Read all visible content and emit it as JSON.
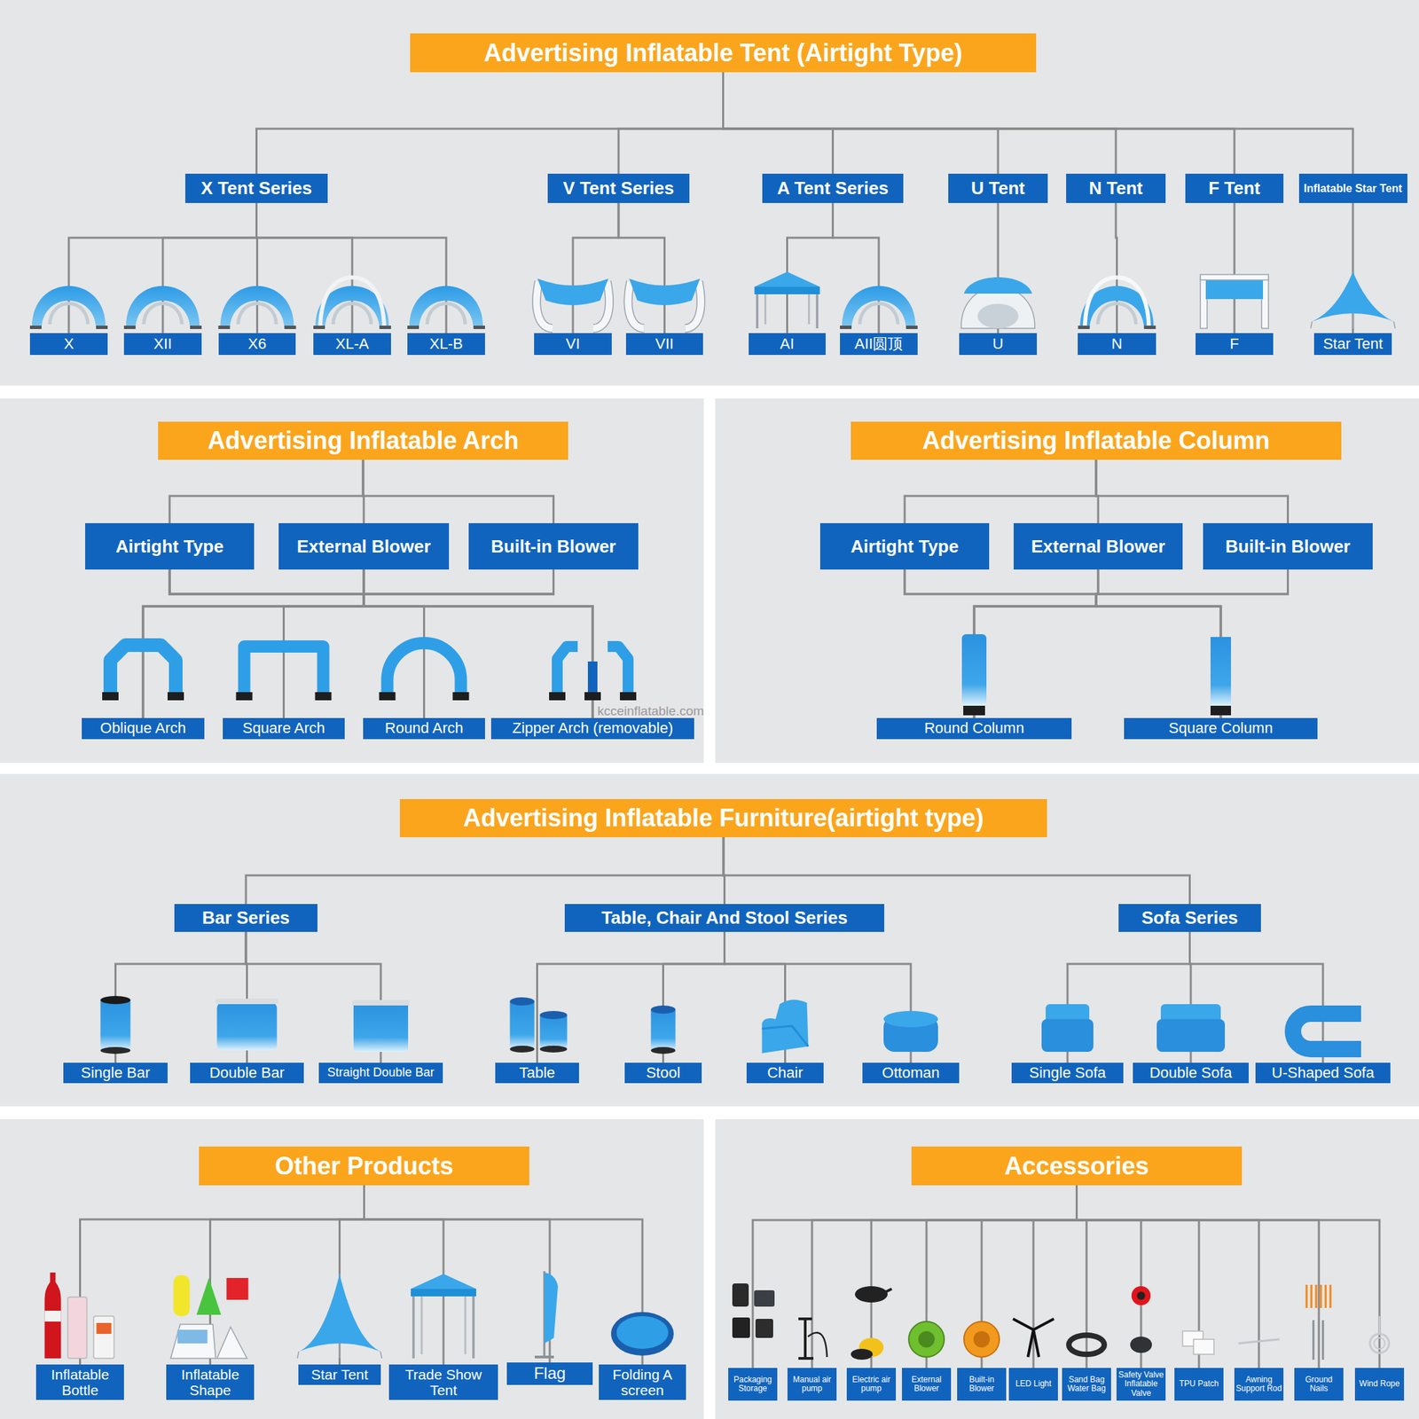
{
  "diagram": {
    "nodes": [
      {
        "text": [
          "Advertising Inflatable Tent (Airtight Type)"
        ]
      },
      {
        "text": [
          "X Tent Series"
        ]
      },
      {
        "text": [
          "V Tent Series"
        ]
      },
      {
        "text": [
          "A Tent Series"
        ]
      },
      {
        "text": [
          "U Tent"
        ]
      },
      {
        "text": [
          "N Tent"
        ]
      },
      {
        "text": [
          "F Tent"
        ]
      },
      {
        "text": [
          "Inflatable Star Tent"
        ]
      },
      {
        "text": [
          "X"
        ]
      },
      {
        "text": [
          "XII"
        ]
      },
      {
        "text": [
          "X6"
        ]
      },
      {
        "text": [
          "XL-A"
        ]
      },
      {
        "text": [
          "XL-B"
        ]
      },
      {
        "text": [
          "VI"
        ]
      },
      {
        "text": [
          "VII"
        ]
      },
      {
        "text": [
          "AI"
        ]
      },
      {
        "text": [
          "AII圆顶"
        ]
      },
      {
        "text": [
          "U"
        ]
      },
      {
        "text": [
          "N"
        ]
      },
      {
        "text": [
          "F"
        ]
      },
      {
        "text": [
          "Star Tent"
        ]
      },
      {
        "text": [
          "Advertising Inflatable Arch"
        ]
      },
      {
        "text": [
          "Airtight Type"
        ]
      },
      {
        "text": [
          "External Blower"
        ]
      },
      {
        "text": [
          "Built-in Blower"
        ]
      },
      {
        "text": [
          "Oblique Arch"
        ]
      },
      {
        "text": [
          "Square Arch"
        ]
      },
      {
        "text": [
          "Round Arch"
        ]
      },
      {
        "text": [
          "Zipper Arch (removable)"
        ]
      },
      {
        "text": [
          "Advertising Inflatable Column"
        ]
      },
      {
        "text": [
          "Airtight Type"
        ]
      },
      {
        "text": [
          "External Blower"
        ]
      },
      {
        "text": [
          "Built-in Blower"
        ]
      },
      {
        "text": [
          "Round Column"
        ]
      },
      {
        "text": [
          "Square Column"
        ]
      },
      {
        "text": [
          "Advertising Inflatable Furniture(airtight type)"
        ]
      },
      {
        "text": [
          "Bar Series"
        ]
      },
      {
        "text": [
          "Table, Chair And Stool Series"
        ]
      },
      {
        "text": [
          "Sofa Series"
        ]
      },
      {
        "text": [
          "Single Bar"
        ]
      },
      {
        "text": [
          "Double Bar"
        ]
      },
      {
        "text": [
          "Straight Double Bar"
        ]
      },
      {
        "text": [
          "Table"
        ]
      },
      {
        "text": [
          "Stool"
        ]
      },
      {
        "text": [
          "Chair"
        ]
      },
      {
        "text": [
          "Ottoman"
        ]
      },
      {
        "text": [
          "Single Sofa"
        ]
      },
      {
        "text": [
          "Double Sofa"
        ]
      },
      {
        "text": [
          "U-Shaped Sofa"
        ]
      },
      {
        "text": [
          "Other Products"
        ]
      },
      {
        "text": [
          "Inflatable Bottle"
        ]
      },
      {
        "text": [
          "Inflatable Shape"
        ]
      },
      {
        "text": [
          "Star Tent"
        ]
      },
      {
        "text": [
          "Trade Show Tent"
        ]
      },
      {
        "text": [
          "Flag"
        ]
      },
      {
        "text": [
          "Folding A screen"
        ]
      },
      {
        "text": [
          "Accessories"
        ]
      },
      {
        "text": [
          "Packaging Storage"
        ]
      },
      {
        "text": [
          "Manual air pump"
        ]
      },
      {
        "text": [
          "Electric air pump"
        ]
      },
      {
        "text": [
          "External Blower"
        ]
      },
      {
        "text": [
          "Built-in Blower"
        ]
      },
      {
        "text": [
          "LED Light"
        ]
      },
      {
        "text": [
          "Sand Bag Water Bag"
        ]
      },
      {
        "text": [
          "Safety Valve Inflatable Valve"
        ]
      },
      {
        "text": [
          "TPU Patch"
        ]
      },
      {
        "text": [
          "Awning Support Rod"
        ]
      },
      {
        "text": [
          "Ground Nails"
        ]
      },
      {
        "text": [
          "Wind Rope"
        ]
      }
    ],
    "edges": [
      {
        "from": 0,
        "to": 1,
        "arrow": "none"
      },
      {
        "from": 0,
        "to": 2,
        "arrow": "none"
      },
      {
        "from": 0,
        "to": 3,
        "arrow": "none"
      },
      {
        "from": 0,
        "to": 4,
        "arrow": "none"
      },
      {
        "from": 0,
        "to": 5,
        "arrow": "none"
      },
      {
        "from": 0,
        "to": 6,
        "arrow": "none"
      },
      {
        "from": 0,
        "to": 7,
        "arrow": "none"
      },
      {
        "from": 1,
        "to": 8,
        "arrow": "none"
      },
      {
        "from": 1,
        "to": 9,
        "arrow": "none"
      },
      {
        "from": 1,
        "to": 10,
        "arrow": "none"
      },
      {
        "from": 1,
        "to": 11,
        "arrow": "none"
      },
      {
        "from": 1,
        "to": 12,
        "arrow": "none"
      },
      {
        "from": 2,
        "to": 13,
        "arrow": "none"
      },
      {
        "from": 2,
        "to": 14,
        "arrow": "none"
      },
      {
        "from": 3,
        "to": 15,
        "arrow": "none"
      },
      {
        "from": 3,
        "to": 16,
        "arrow": "none"
      },
      {
        "from": 4,
        "to": 17,
        "arrow": "none"
      },
      {
        "from": 5,
        "to": 18,
        "arrow": "none"
      },
      {
        "from": 6,
        "to": 19,
        "arrow": "none"
      },
      {
        "from": 7,
        "to": 20,
        "arrow": "none"
      },
      {
        "from": 21,
        "to": 22,
        "arrow": "none"
      },
      {
        "from": 21,
        "to": 23,
        "arrow": "none"
      },
      {
        "from": 21,
        "to": 24,
        "arrow": "none"
      },
      {
        "from": 22,
        "to": 25,
        "arrow": "none"
      },
      {
        "from": 22,
        "to": 26,
        "arrow": "none"
      },
      {
        "from": 22,
        "to": 27,
        "arrow": "none"
      },
      {
        "from": 22,
        "to": 28,
        "arrow": "none"
      },
      {
        "from": 23,
        "to": 25,
        "arrow": "none"
      },
      {
        "from": 23,
        "to": 26,
        "arrow": "none"
      },
      {
        "from": 23,
        "to": 27,
        "arrow": "none"
      },
      {
        "from": 23,
        "to": 28,
        "arrow": "none"
      },
      {
        "from": 24,
        "to": 25,
        "arrow": "none"
      },
      {
        "from": 24,
        "to": 26,
        "arrow": "none"
      },
      {
        "from": 24,
        "to": 27,
        "arrow": "none"
      },
      {
        "from": 24,
        "to": 28,
        "arrow": "none"
      },
      {
        "from": 29,
        "to": 30,
        "arrow": "none"
      },
      {
        "from": 29,
        "to": 31,
        "arrow": "none"
      },
      {
        "from": 29,
        "to": 32,
        "arrow": "none"
      },
      {
        "from": 30,
        "to": 33,
        "arrow": "none"
      },
      {
        "from": 30,
        "to": 34,
        "arrow": "none"
      },
      {
        "from": 31,
        "to": 33,
        "arrow": "none"
      },
      {
        "from": 31,
        "to": 34,
        "arrow": "none"
      },
      {
        "from": 32,
        "to": 33,
        "arrow": "none"
      },
      {
        "from": 32,
        "to": 34,
        "arrow": "none"
      },
      {
        "from": 35,
        "to": 36,
        "arrow": "none"
      },
      {
        "from": 35,
        "to": 37,
        "arrow": "none"
      },
      {
        "from": 35,
        "to": 38,
        "arrow": "none"
      },
      {
        "from": 36,
        "to": 39,
        "arrow": "none"
      },
      {
        "from": 36,
        "to": 40,
        "arrow": "none"
      },
      {
        "from": 36,
        "to": 41,
        "arrow": "none"
      },
      {
        "from": 37,
        "to": 42,
        "arrow": "none"
      },
      {
        "from": 37,
        "to": 43,
        "arrow": "none"
      },
      {
        "from": 37,
        "to": 44,
        "arrow": "none"
      },
      {
        "from": 37,
        "to": 45,
        "arrow": "none"
      },
      {
        "from": 38,
        "to": 46,
        "arrow": "none"
      },
      {
        "from": 38,
        "to": 47,
        "arrow": "none"
      },
      {
        "from": 38,
        "to": 48,
        "arrow": "none"
      },
      {
        "from": 49,
        "to": 50,
        "arrow": "none"
      },
      {
        "from": 49,
        "to": 51,
        "arrow": "none"
      },
      {
        "from": 49,
        "to": 52,
        "arrow": "none"
      },
      {
        "from": 49,
        "to": 53,
        "arrow": "none"
      },
      {
        "from": 49,
        "to": 54,
        "arrow": "none"
      },
      {
        "from": 49,
        "to": 55,
        "arrow": "none"
      },
      {
        "from": 56,
        "to": 57,
        "arrow": "none"
      },
      {
        "from": 56,
        "to": 58,
        "arrow": "none"
      },
      {
        "from": 56,
        "to": 59,
        "arrow": "none"
      },
      {
        "from": 56,
        "to": 60,
        "arrow": "none"
      },
      {
        "from": 56,
        "to": 61,
        "arrow": "none"
      },
      {
        "from": 56,
        "to": 62,
        "arrow": "none"
      },
      {
        "from": 56,
        "to": 63,
        "arrow": "none"
      },
      {
        "from": 56,
        "to": 64,
        "arrow": "none"
      },
      {
        "from": 56,
        "to": 65,
        "arrow": "none"
      },
      {
        "from": 56,
        "to": 66,
        "arrow": "none"
      },
      {
        "from": 56,
        "to": 67,
        "arrow": "none"
      },
      {
        "from": 56,
        "to": 68,
        "arrow": "none"
      }
    ],
    "labels": [
      "kcceinflatable.com"
    ]
  }
}
